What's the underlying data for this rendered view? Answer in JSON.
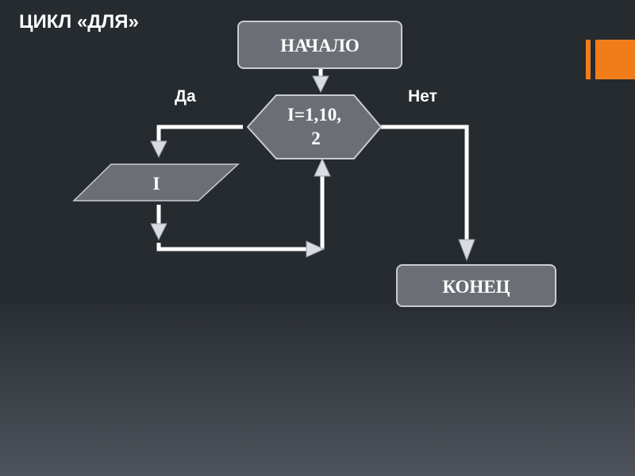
{
  "slide": {
    "title": "ЦИКЛ «ДЛЯ»",
    "accent_color": "#f07d19",
    "background_color": "#262b30"
  },
  "flowchart": {
    "start": {
      "label": "НАЧАЛО",
      "shape": "rounded-rectangle"
    },
    "loop": {
      "label_line1": "I=1,10,",
      "label_line2": "2",
      "shape": "hexagon"
    },
    "output": {
      "label": "I",
      "shape": "parallelogram"
    },
    "end": {
      "label": "КОНЕЦ",
      "shape": "rounded-rectangle"
    },
    "branch_yes": "Да",
    "branch_no": "Нет",
    "node_fill": "#6b6f75",
    "node_stroke": "#c9ccd0",
    "connector_color": "#ffffff"
  }
}
